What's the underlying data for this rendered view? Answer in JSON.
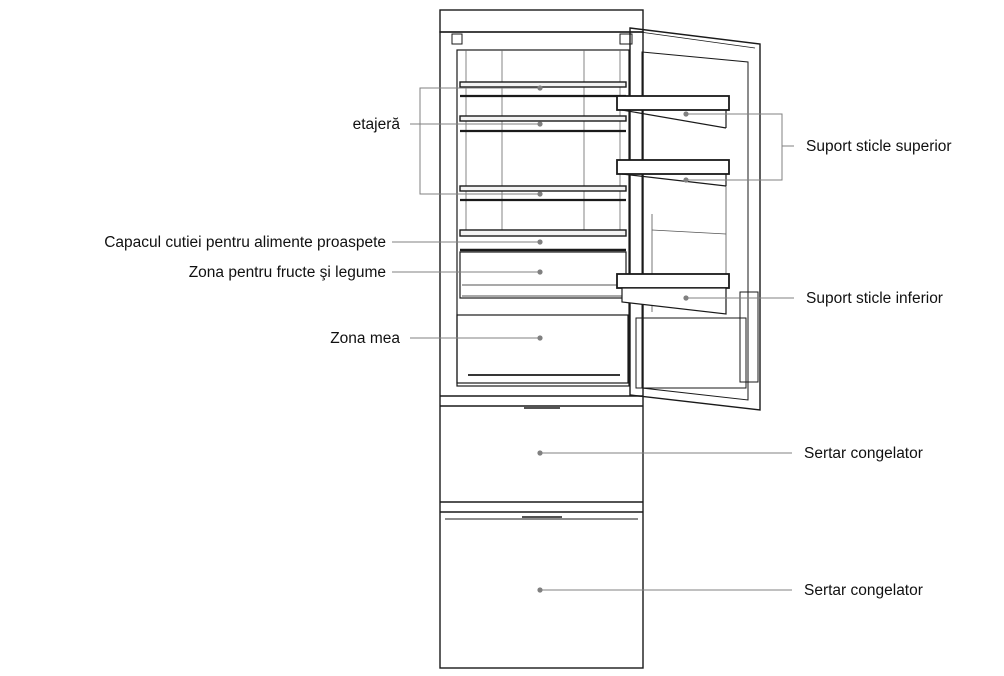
{
  "labels": {
    "shelf": "etajeră",
    "fresh_box_lid": "Capacul cutiei pentru alimente proaspete",
    "fruit_veg_zone": "Zona pentru fructe şi legume",
    "my_zone": "Zona mea",
    "upper_bottle_holder": "Suport sticle superior",
    "lower_bottle_holder": "Suport sticle inferior",
    "freezer_drawer_1": "Sertar congelator",
    "freezer_drawer_2": "Sertar congelator"
  },
  "colors": {
    "line": "#1a1a1a",
    "leader": "#808080",
    "dot": "#808080"
  }
}
